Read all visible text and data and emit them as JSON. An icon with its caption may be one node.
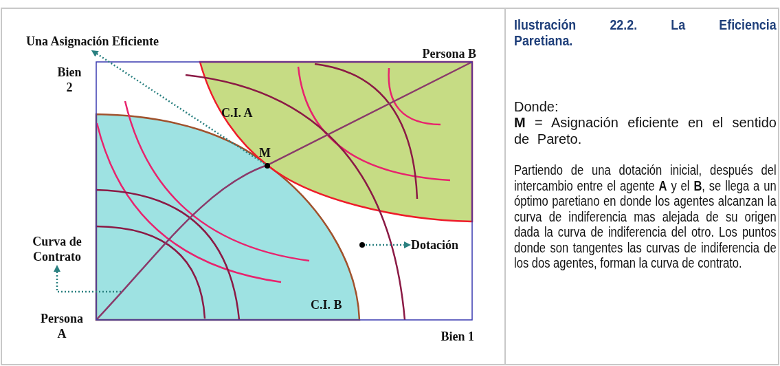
{
  "diagram": {
    "title": "Ilustración 22.2. La Eficiencia Paretiana.",
    "nodes": [
      {
        "text": [
          "Una Asignación Eficiente"
        ]
      },
      {
        "text": [],
        "shape": "circle",
        "beside": [
          "M"
        ]
      },
      {
        "text": [
          "Curva de Contrato"
        ]
      },
      {
        "text": [
          "Dotación"
        ]
      },
      {
        "text": [],
        "shape": "circle"
      }
    ],
    "edges": [
      {
        "from": 1,
        "to": 0,
        "arrow": "to",
        "style": "dashed"
      },
      {
        "from": null,
        "to": 2,
        "arrow": "to",
        "style": "dashed"
      },
      {
        "from": 4,
        "to": 3,
        "arrow": "to",
        "style": "dashed"
      }
    ],
    "labels": [
      "Persona B",
      "Bien 2",
      "C.I. A",
      "C.I. B",
      "Persona A",
      "Bien 1",
      "Donde:",
      "**M** = Asignación eficiente en el sentido de Pareto.",
      "Partiendo de una dotación inicial, después del intercambio entre el agente **A** y el **B**, se llega a un óptimo paretiano en donde los agentes alcanzan la curva de indiferencia mas alejada de su origen dada la curva de indiferencia del otro. Los puntos donde son tangentes las curvas de indiferencia de los dos agentes, forman la  curva de contrato."
    ]
  }
}
